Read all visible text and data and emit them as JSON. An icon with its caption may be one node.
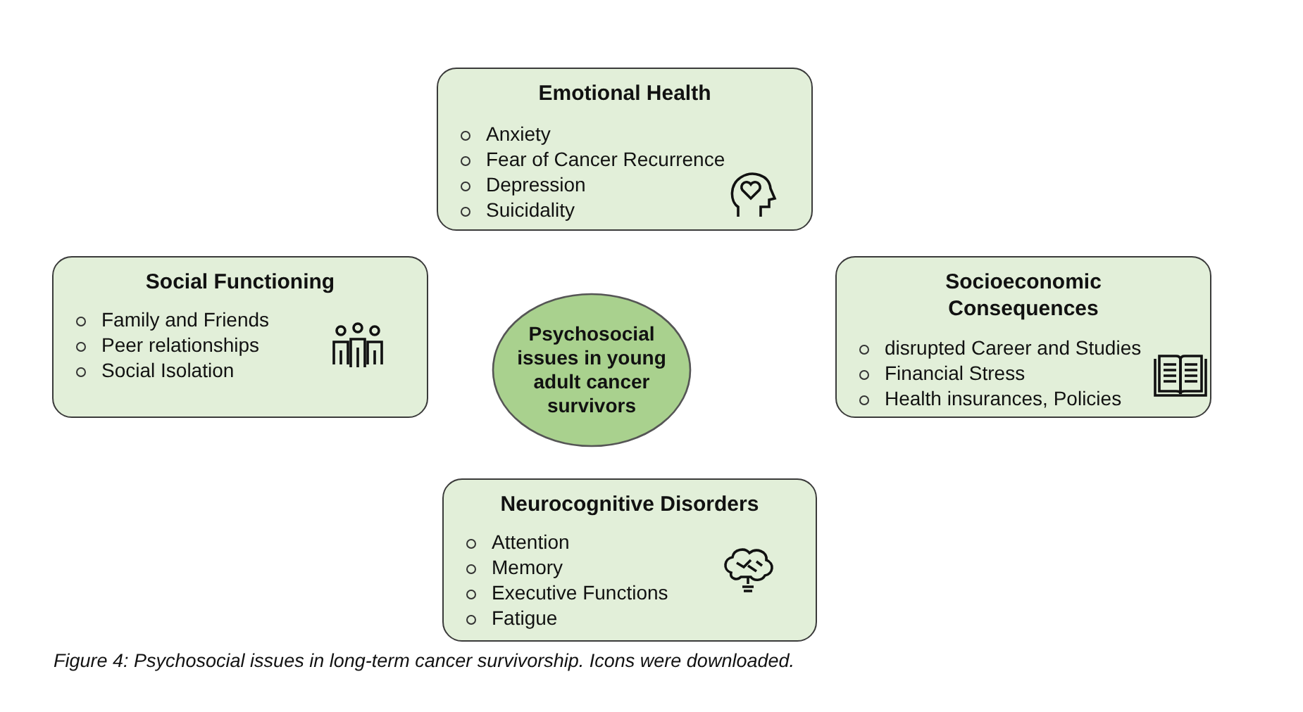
{
  "diagram": {
    "caption": "Figure 4: Psychosocial issues in long-term cancer survivorship. Icons were downloaded.",
    "nodes": [
      {
        "text": [
          "Emotional Health",
          "Anxiety",
          "Fear of Cancer Recurrence",
          "Depression",
          "Suicidality"
        ]
      },
      {
        "text": [
          "Social Functioning",
          "Family and Friends",
          "Peer relationships",
          "Social Isolation"
        ]
      },
      {
        "text": [
          "Psychosocial issues in young adult cancer survivors"
        ]
      },
      {
        "text": [
          "Socioeconomic Consequences",
          "disrupted Career and Studies",
          "Financial Stress",
          "Health insurances, Policies"
        ]
      },
      {
        "text": [
          "Neurocognitive Disorders",
          "Attention",
          "Memory",
          "Executive Functions",
          "Fatigue"
        ]
      }
    ],
    "edges": []
  }
}
